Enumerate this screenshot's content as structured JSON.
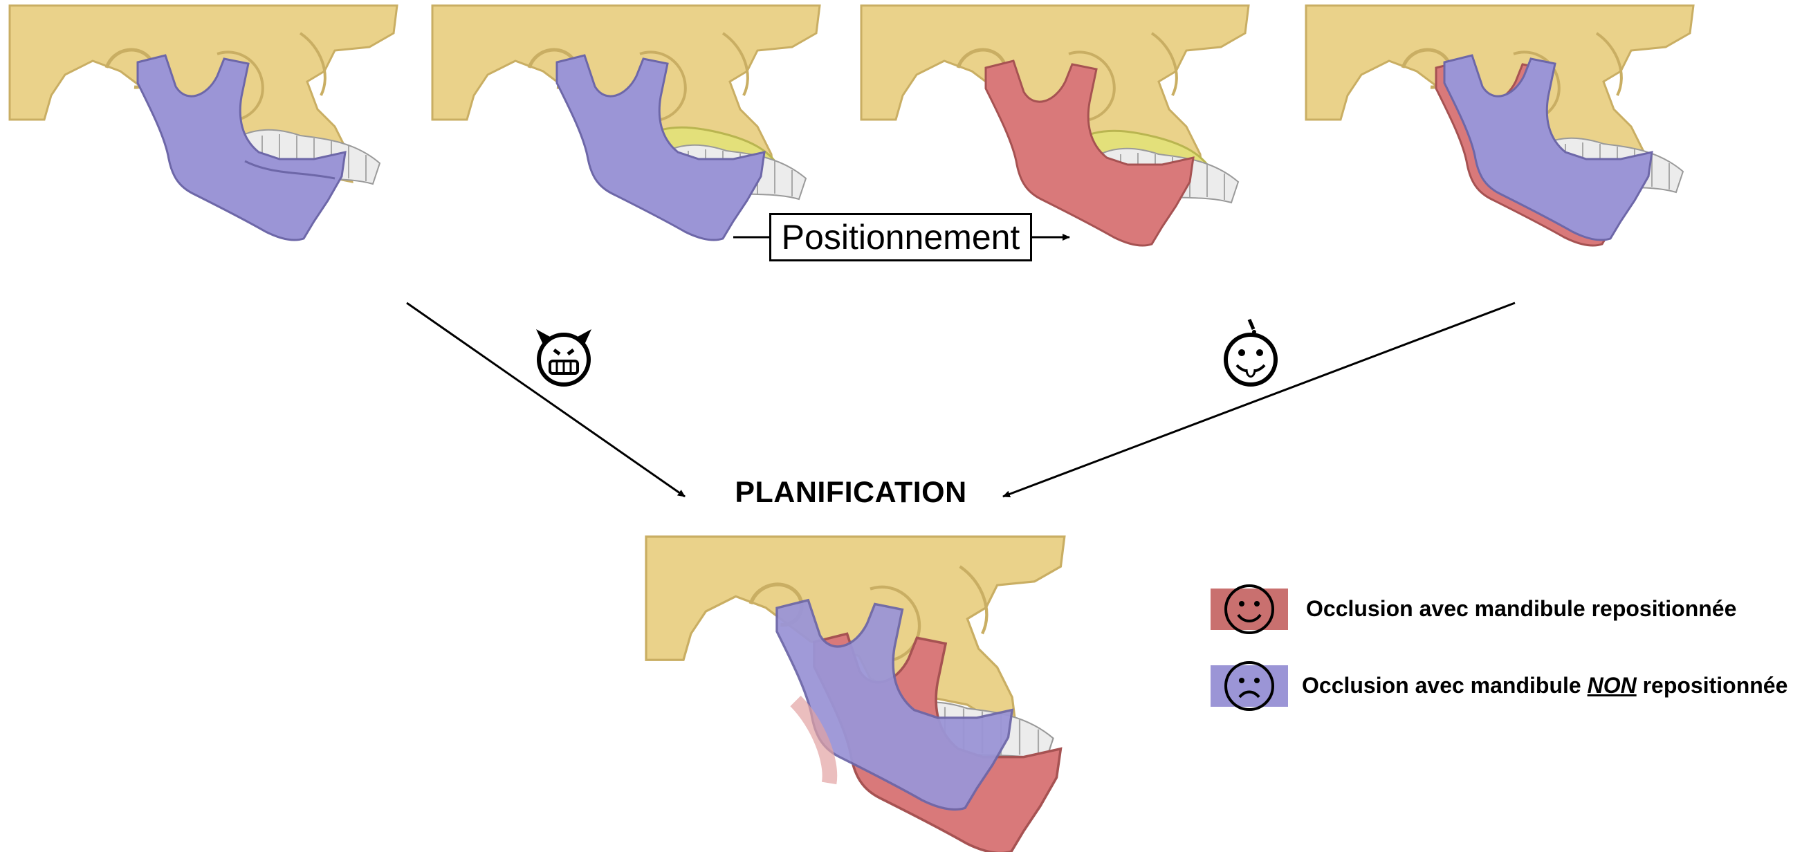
{
  "flow": {
    "positioning_label": "Positionnement",
    "planning_title": "PLANIFICATION"
  },
  "legend": {
    "repositioned": {
      "before": "Occlusion  avec mandibule repositionnée",
      "color": "#c9706f"
    },
    "not_repositioned": {
      "before": "Occlusion  avec mandibule ",
      "emphasis": "NON",
      "after": " repositionnée",
      "color": "#9b95d6"
    }
  },
  "colors": {
    "skull": "#ead28a",
    "skull_shade": "#c9ae63",
    "teeth": "#ececec",
    "teeth_yellow": "#e3e07a",
    "mandible_blue": "#9b95d6",
    "mandible_red": "#d9797a"
  },
  "icons": {
    "devil_face": "devil-face-icon",
    "silly_face": "tongue-face-icon",
    "smile_face": "smile-face-icon",
    "sad_face": "sad-face-icon"
  }
}
